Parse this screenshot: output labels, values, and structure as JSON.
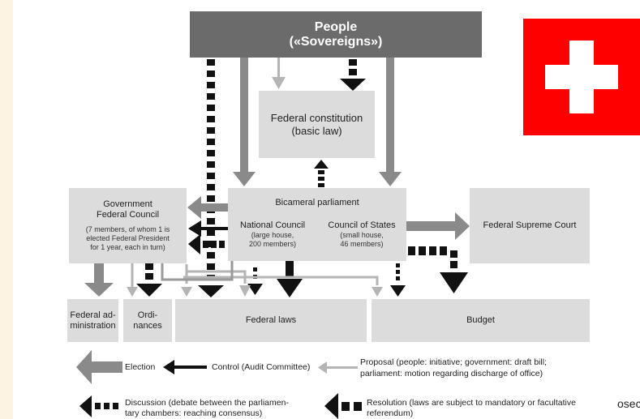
{
  "people": {
    "title": "People",
    "subtitle": "(«Sovereigns»)"
  },
  "constitution": {
    "line1": "Federal constitution",
    "line2": "(basic law)"
  },
  "parliament": {
    "title": "Bicameral parliament",
    "national": {
      "name": "National Council",
      "detail1": "(large house,",
      "detail2": "200 members)"
    },
    "states": {
      "name": "Council of States",
      "detail1": "(small house,",
      "detail2": "46 members)"
    }
  },
  "government": {
    "line1": "Government",
    "line2": "Federal Council",
    "detail": [
      "(7 members, of whom 1 is",
      "elected Federal President",
      "for 1 year, each in turn)"
    ]
  },
  "court": "Federal Supreme Court",
  "bottom": {
    "administration": [
      "Federal ad-",
      "ministration"
    ],
    "ordinances": [
      "Ordi-",
      "nances"
    ],
    "laws": "Federal laws",
    "budget": "Budget"
  },
  "legend": {
    "election": "Election",
    "control": "Control (Audit Committee)",
    "proposal": [
      "Proposal (people: initiative; government: draft bill;",
      "parliament: motion regarding discharge of office)"
    ],
    "discussion": [
      "Discussion (debate between the parliamen-",
      "tary chambers: reaching consensus)"
    ],
    "resolution": [
      "Resolution (laws are subject to mandatory or facultative",
      "referendum)"
    ]
  },
  "watermark": "osec",
  "colors": {
    "flag_red": "#ff0000",
    "box_light": "#dcdcdc",
    "people_box": "#6b6b6b",
    "arrow_gray": "#8a8a8a",
    "arrow_light": "#b4b4b4",
    "arrow_black": "#111111"
  }
}
